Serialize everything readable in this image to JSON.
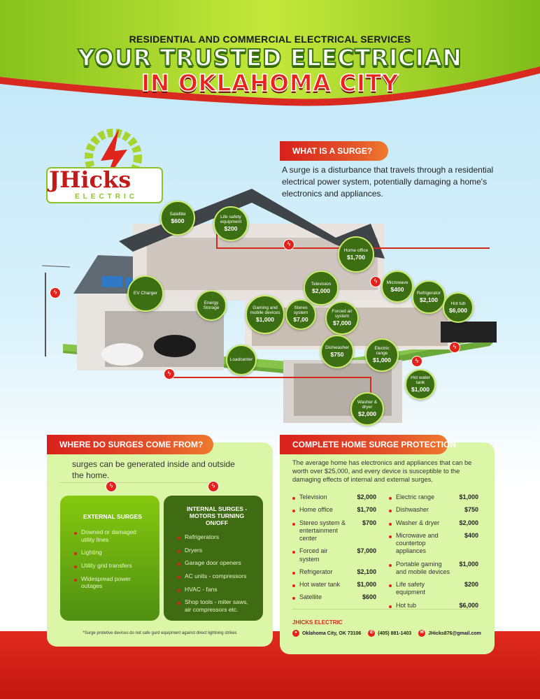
{
  "header": {
    "subtitle": "RESIDENTIAL AND COMMERCIAL ELECTRICAL SERVICES",
    "title_line1": "YOUR TRUSTED ELECTRICIAN",
    "title_line2": "IN OKLAHOMA CITY"
  },
  "logo": {
    "text_main": "JHicks",
    "text_sub": "ELECTRIC"
  },
  "what_is": {
    "heading": "WHAT IS A SURGE?",
    "body": "A surge is a disturbance that travels through a residential electrical power system, potentially damaging a home's electronics and appliances."
  },
  "house_labels": [
    {
      "name": "Satellite",
      "value": "$600"
    },
    {
      "name": "Life safety equipment",
      "value": "$200"
    },
    {
      "name": "Home office",
      "value": "$1,700"
    },
    {
      "name": "Microwave",
      "value": "$400"
    },
    {
      "name": "Refrigerator",
      "value": "$2,100"
    },
    {
      "name": "Hot tub",
      "value": "$6,000"
    },
    {
      "name": "EV Charger",
      "value": ""
    },
    {
      "name": "Energy Storage",
      "value": ""
    },
    {
      "name": "Gaming and mobile devices",
      "value": "$1,000"
    },
    {
      "name": "Stereo system",
      "value": "$7,00"
    },
    {
      "name": "Television",
      "value": "$2,000"
    },
    {
      "name": "Forced air system",
      "value": "$7,000"
    },
    {
      "name": "Dishwasher",
      "value": "$750"
    },
    {
      "name": "Electric range",
      "value": "$1,000"
    },
    {
      "name": "Hot water tank",
      "value": "$1,000"
    },
    {
      "name": "Washer & dryer",
      "value": "$2,000"
    },
    {
      "name": "Loadcenter",
      "value": ""
    }
  ],
  "where": {
    "heading": "WHERE DO SURGES COME FROM?",
    "intro": "surges can be generated inside and outside the home.",
    "external": {
      "title": "EXTERNAL SURGES",
      "items": [
        "Downed or damaged utility lines",
        "Lighting",
        "Utility grid transfers",
        "Widespread power outages"
      ]
    },
    "internal": {
      "title": "INTERNAL SURGES - MOTORS TURNING ON/OFF",
      "items": [
        "Refrigerators",
        "Dryers",
        "Garage door openers",
        "AC units - compressors",
        "HVAC - fans",
        "Shop tools - miter saws, air compressors etc."
      ]
    },
    "footnote": "*Surge protetive devices do not safe gurd equipment against direct lightning strikes"
  },
  "protection": {
    "heading": "COMPLETE HOME SURGE PROTECTION",
    "intro": "The average home has electronics and appliances that can be worth over $25,000, and every device is susceptible to the damaging effects of internal and external surges.",
    "left": [
      {
        "item": "Television",
        "value": "$2,000"
      },
      {
        "item": "Home office",
        "value": "$1,700"
      },
      {
        "item": "Stereo system & entertainment center",
        "value": "$700"
      },
      {
        "item": "Forced air system",
        "value": "$7,000"
      },
      {
        "item": "Refrigerator",
        "value": "$2,100"
      },
      {
        "item": "Hot water tank",
        "value": "$1,000"
      },
      {
        "item": "Satellite",
        "value": "$600"
      }
    ],
    "right": [
      {
        "item": "Electric range",
        "value": "$1,000"
      },
      {
        "item": "Dishwasher",
        "value": "$750"
      },
      {
        "item": "Washer & dryer",
        "value": "$2,000"
      },
      {
        "item": "Microwave and countertop appliances",
        "value": "$400"
      },
      {
        "item": "Portable gaming and mobile devices",
        "value": "$1,000"
      },
      {
        "item": "Life safety equipment",
        "value": "$200"
      },
      {
        "item": "Hot tub",
        "value": "$6,000"
      }
    ]
  },
  "contact": {
    "company": "JHICKS ELECTRIC",
    "address": "Oklahoma City, OK 73106",
    "phone": "(405) 881-1403",
    "email": "JHicks876@gmail.com"
  },
  "colors": {
    "brand_green": "#3c6e14",
    "accent_red": "#e4221b",
    "panel_green": "#dcf6a8"
  }
}
